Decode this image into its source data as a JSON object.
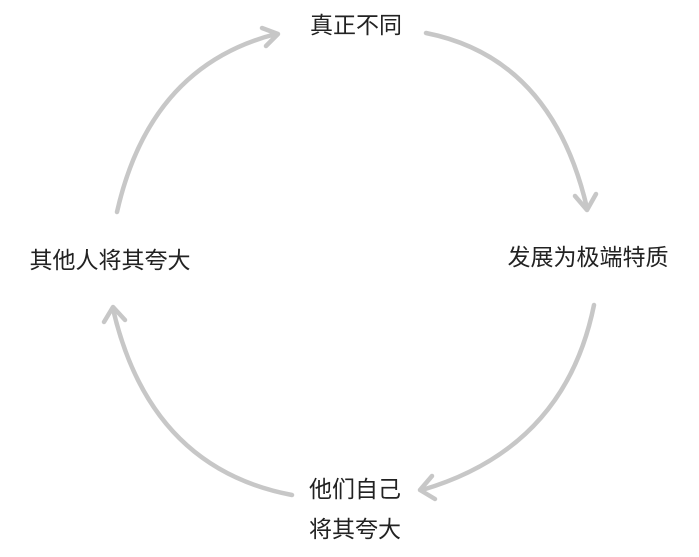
{
  "diagram": {
    "type": "cycle",
    "arrow_color": "#c7c7c7",
    "text_color": "#222222",
    "nodes": {
      "top": "真正不同",
      "right": "发展为极端特质",
      "bottom_line1": "他们自己",
      "bottom_line2": "将其夸大",
      "left": "其他人将其夸大"
    },
    "edges": [
      {
        "from": "top",
        "to": "right"
      },
      {
        "from": "right",
        "to": "bottom"
      },
      {
        "from": "bottom",
        "to": "left"
      },
      {
        "from": "left",
        "to": "top"
      }
    ]
  }
}
